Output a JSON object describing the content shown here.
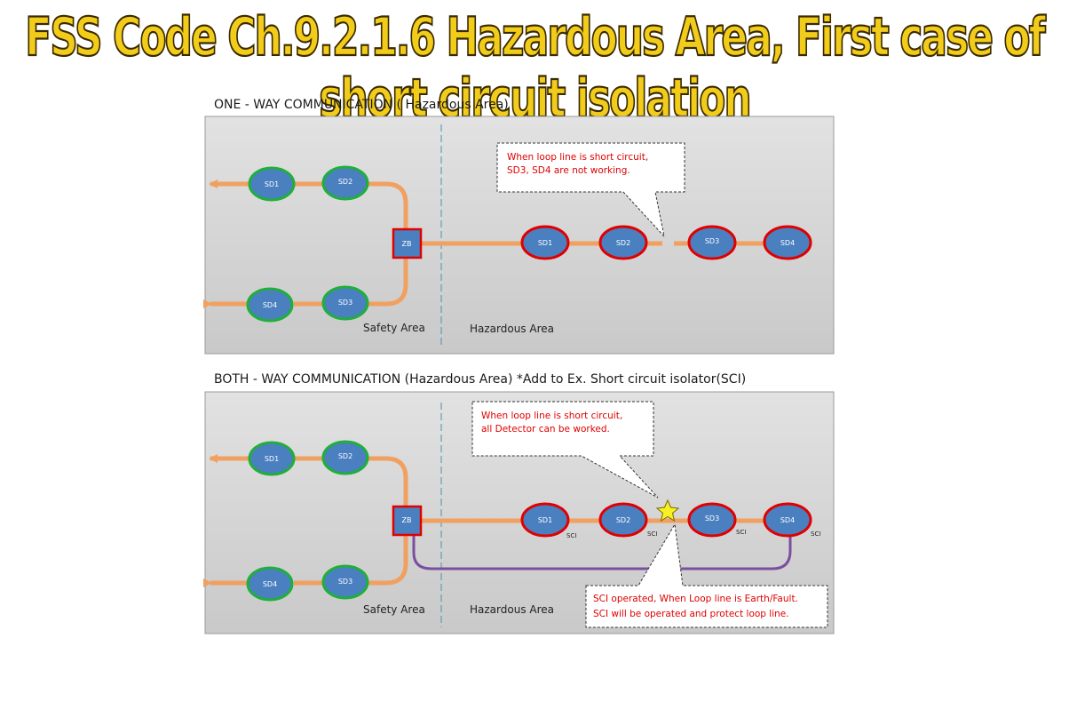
{
  "title": "FSS Code Ch.9.2.1.6 Hazardous Area, First case of short circuit isolation",
  "colors": {
    "loop": "#F0A060",
    "green_ring": "#1FAF3A",
    "red_ring": "#E00000",
    "node_fill": "#4A7FC0",
    "isolator_loop": "#7B4FA0",
    "note_text": "#E00000",
    "panel_bg": "#D4D4D4"
  },
  "one_way": {
    "heading": "ONE - WAY COMMUNICATION ( Hazardous Area)",
    "zb": "ZB",
    "safety_nodes": [
      "SD1",
      "SD2",
      "SD3",
      "SD4"
    ],
    "hazard_nodes": [
      "SD1",
      "SD2",
      "SD3",
      "SD4"
    ],
    "safety_label": "Safety Area",
    "hazard_label": "Hazardous Area",
    "note_line1": "When loop line is short circuit,",
    "note_line2": "SD3, SD4 are not working."
  },
  "both_way": {
    "heading": "BOTH - WAY COMMUNICATION (Hazardous Area)  *Add to Ex. Short circuit isolator(SCI)",
    "zb": "ZB",
    "safety_nodes": [
      "SD1",
      "SD2",
      "SD3",
      "SD4"
    ],
    "hazard_nodes": [
      "SD1",
      "SD2",
      "SD3",
      "SD4"
    ],
    "sci": "SCI",
    "safety_label": "Safety Area",
    "hazard_label": "Hazardous Area",
    "note_line1": "When loop line is short circuit,",
    "note_line2": "all Detector can be worked.",
    "sci_note_line1": "SCI operated, When Loop line is Earth/Fault.",
    "sci_note_line2": "SCI will be operated and protect loop line."
  }
}
